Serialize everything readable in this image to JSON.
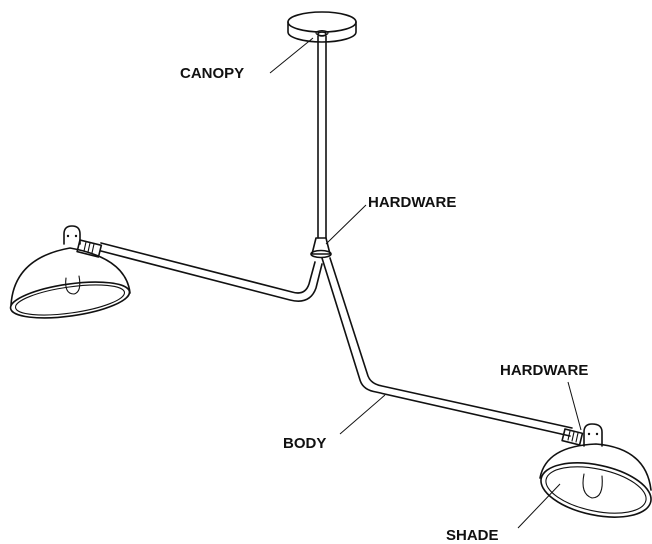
{
  "labels": {
    "canopy": "CANOPY",
    "hardware_top": "HARDWARE",
    "hardware_right": "HARDWARE",
    "body": "BODY",
    "shade": "SHADE"
  },
  "colors": {
    "line": "#111111",
    "background": "#ffffff"
  }
}
